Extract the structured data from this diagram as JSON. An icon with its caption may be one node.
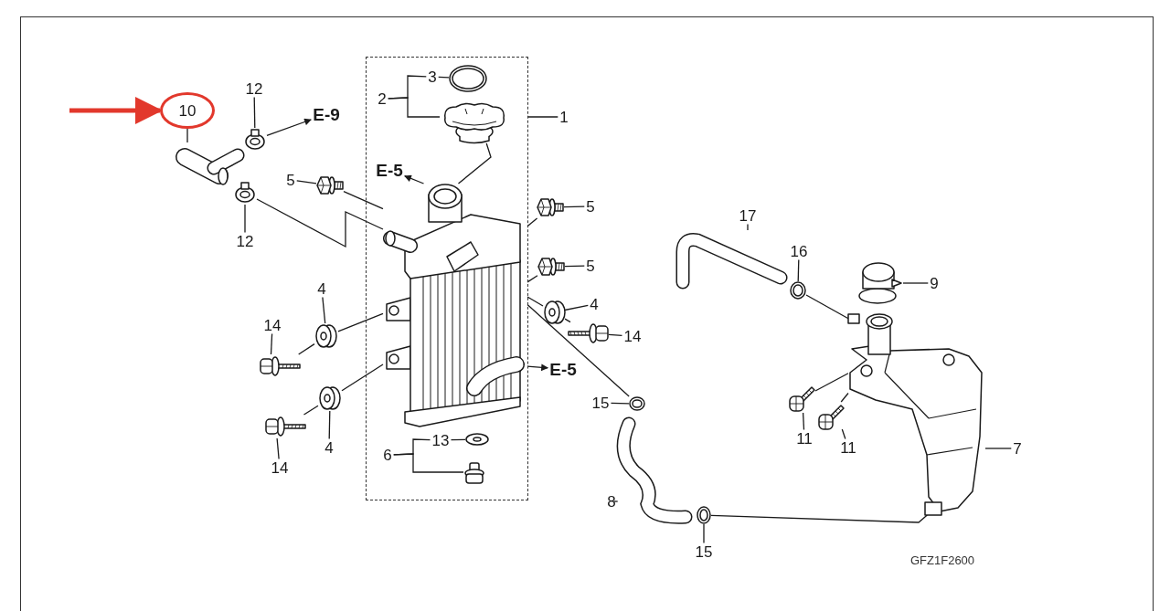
{
  "diagram": {
    "nodes": [
      {
        "text": [
          "10"
        ]
      },
      {
        "text": [],
        "shape": "picture"
      },
      {
        "text": [
          "12"
        ]
      },
      {
        "text": [],
        "shape": "picture"
      },
      {
        "text": [
          "E-9"
        ]
      },
      {
        "text": [],
        "shape": "picture"
      },
      {
        "text": [
          "12"
        ]
      },
      {
        "text": [],
        "shape": "box"
      },
      {
        "text": [
          "1"
        ]
      },
      {
        "text": [
          "2"
        ],
        "in": 7
      },
      {
        "text": [
          "3"
        ],
        "in": 7
      },
      {
        "text": [],
        "shape": "circle",
        "in": 7
      },
      {
        "text": [],
        "shape": "picture",
        "in": 7
      },
      {
        "text": [
          "E-5"
        ],
        "in": 7
      },
      {
        "text": [],
        "shape": "picture",
        "in": 7
      },
      {
        "text": [
          "5"
        ]
      },
      {
        "text": [],
        "shape": "bolt"
      },
      {
        "text": [
          "5"
        ]
      },
      {
        "text": [],
        "shape": "bolt"
      },
      {
        "text": [
          "5"
        ]
      },
      {
        "text": [],
        "shape": "bolt"
      },
      {
        "text": [
          "4"
        ]
      },
      {
        "text": [],
        "shape": "picture"
      },
      {
        "text": [
          "14"
        ]
      },
      {
        "text": [],
        "shape": "picture"
      },
      {
        "text": [
          "4"
        ]
      },
      {
        "text": [],
        "shape": "picture"
      },
      {
        "text": [
          "14"
        ]
      },
      {
        "text": [],
        "shape": "picture"
      },
      {
        "text": [],
        "shape": "picture"
      },
      {
        "text": [
          "4"
        ]
      },
      {
        "text": [],
        "shape": "picture"
      },
      {
        "text": [
          "14"
        ]
      },
      {
        "text": [
          "E-5"
        ]
      },
      {
        "text": [
          "13"
        ],
        "in": 7
      },
      {
        "text": [],
        "shape": "picture",
        "in": 7
      },
      {
        "text": [
          "6"
        ],
        "in": 7
      },
      {
        "text": [],
        "shape": "picture",
        "in": 7
      },
      {
        "text": [
          "17"
        ]
      },
      {
        "text": [],
        "shape": "picture"
      },
      {
        "text": [
          "16"
        ]
      },
      {
        "text": [],
        "shape": "circle"
      },
      {
        "text": [
          "9"
        ]
      },
      {
        "text": [],
        "shape": "picture"
      },
      {
        "text": [],
        "shape": "picture"
      },
      {
        "text": [
          "7"
        ]
      },
      {
        "text": [
          "15"
        ]
      },
      {
        "text": [],
        "shape": "circle"
      },
      {
        "text": [],
        "shape": "picture"
      },
      {
        "text": [
          "8"
        ]
      },
      {
        "text": [
          "15"
        ]
      },
      {
        "text": [],
        "shape": "circle"
      },
      {
        "text": [
          "11"
        ]
      },
      {
        "text": [],
        "shape": "picture"
      },
      {
        "text": [
          "11"
        ]
      },
      {
        "text": [],
        "shape": "picture"
      }
    ],
    "edges": [
      {
        "from": null,
        "to": 0,
        "arrow": "to",
        "style": "thick",
        "color": "#e2382c"
      },
      {
        "from": 0,
        "to": 1,
        "arrow": "none"
      },
      {
        "from": 2,
        "to": 3,
        "arrow": "none"
      },
      {
        "from": 3,
        "to": 4,
        "arrow": "to"
      },
      {
        "from": 6,
        "to": 5,
        "arrow": "none"
      },
      {
        "from": 5,
        "to": 14,
        "arrow": "none"
      },
      {
        "from": 8,
        "to": 7,
        "arrow": "none"
      },
      {
        "from": 9,
        "to": 10,
        "arrow": "none"
      },
      {
        "from": 9,
        "to": 12,
        "arrow": "none"
      },
      {
        "from": 10,
        "to": 11,
        "arrow": "none"
      },
      {
        "from": 12,
        "to": 14,
        "arrow": "none"
      },
      {
        "from": 14,
        "to": 13,
        "arrow": "to"
      },
      {
        "from": 15,
        "to": 16,
        "arrow": "none"
      },
      {
        "from": 16,
        "to": 14,
        "arrow": "none"
      },
      {
        "from": 17,
        "to": 18,
        "arrow": "none"
      },
      {
        "from": 18,
        "to": 14,
        "arrow": "none"
      },
      {
        "from": 19,
        "to": 20,
        "arrow": "none"
      },
      {
        "from": 20,
        "to": 14,
        "arrow": "none"
      },
      {
        "from": 21,
        "to": 22,
        "arrow": "none"
      },
      {
        "from": 23,
        "to": 24,
        "arrow": "none"
      },
      {
        "from": 24,
        "to": 22,
        "arrow": "none"
      },
      {
        "from": 22,
        "to": 14,
        "arrow": "none"
      },
      {
        "from": 25,
        "to": 26,
        "arrow": "none"
      },
      {
        "from": 27,
        "to": 28,
        "arrow": "none"
      },
      {
        "from": 28,
        "to": 26,
        "arrow": "none"
      },
      {
        "from": 26,
        "to": 14,
        "arrow": "none"
      },
      {
        "from": 30,
        "to": 29,
        "arrow": "none"
      },
      {
        "from": 32,
        "to": 31,
        "arrow": "none"
      },
      {
        "from": 31,
        "to": 29,
        "arrow": "none"
      },
      {
        "from": 29,
        "to": 14,
        "arrow": "none"
      },
      {
        "from": 14,
        "to": 33,
        "arrow": "to"
      },
      {
        "from": 34,
        "to": 35,
        "arrow": "none"
      },
      {
        "from": 36,
        "to": 37,
        "arrow": "none"
      },
      {
        "from": 36,
        "to": 34,
        "arrow": "none"
      },
      {
        "from": 14,
        "to": 47,
        "arrow": "none"
      },
      {
        "from": 46,
        "to": 47,
        "arrow": "none"
      },
      {
        "from": 38,
        "to": 39,
        "arrow": "none"
      },
      {
        "from": 40,
        "to": 41,
        "arrow": "none"
      },
      {
        "from": 41,
        "to": 44,
        "arrow": "none"
      },
      {
        "from": 42,
        "to": 43,
        "arrow": "none"
      },
      {
        "from": 45,
        "to": 44,
        "arrow": "none"
      },
      {
        "from": 49,
        "to": 48,
        "arrow": "none"
      },
      {
        "from": 50,
        "to": 51,
        "arrow": "none"
      },
      {
        "from": 51,
        "to": 44,
        "arrow": "none"
      },
      {
        "from": 52,
        "to": 53,
        "arrow": "none"
      },
      {
        "from": 54,
        "to": 55,
        "arrow": "none"
      },
      {
        "from": 53,
        "to": 44,
        "arrow": "none"
      },
      {
        "from": 55,
        "to": 44,
        "arrow": "none"
      }
    ],
    "labels": [
      "GFZ1F2600"
    ]
  }
}
